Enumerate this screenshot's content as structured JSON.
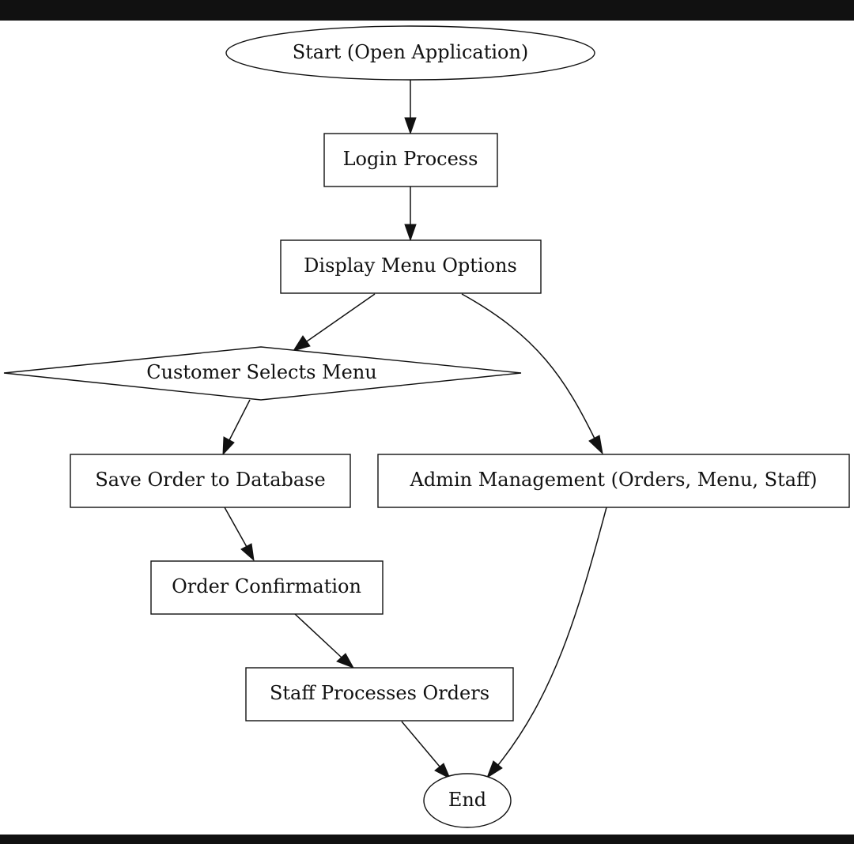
{
  "nodes": {
    "start": {
      "label": "Start (Open Application)",
      "shape": "ellipse"
    },
    "login": {
      "label": "Login Process",
      "shape": "box"
    },
    "menu": {
      "label": "Display Menu Options",
      "shape": "box"
    },
    "select": {
      "label": "Customer Selects Menu",
      "shape": "diamond"
    },
    "save": {
      "label": "Save Order to Database",
      "shape": "box"
    },
    "admin": {
      "label": "Admin Management (Orders, Menu, Staff)",
      "shape": "box"
    },
    "confirm": {
      "label": "Order Confirmation",
      "shape": "box"
    },
    "staff": {
      "label": "Staff Processes Orders",
      "shape": "box"
    },
    "end": {
      "label": "End",
      "shape": "ellipse"
    }
  },
  "edges": [
    {
      "from": "start",
      "to": "login"
    },
    {
      "from": "login",
      "to": "menu"
    },
    {
      "from": "menu",
      "to": "select"
    },
    {
      "from": "menu",
      "to": "admin"
    },
    {
      "from": "select",
      "to": "save"
    },
    {
      "from": "save",
      "to": "confirm"
    },
    {
      "from": "confirm",
      "to": "staff"
    },
    {
      "from": "staff",
      "to": "end"
    },
    {
      "from": "admin",
      "to": "end"
    }
  ],
  "colors": {
    "stroke": "#111111",
    "fill": "#ffffff",
    "frame": "#111111"
  }
}
